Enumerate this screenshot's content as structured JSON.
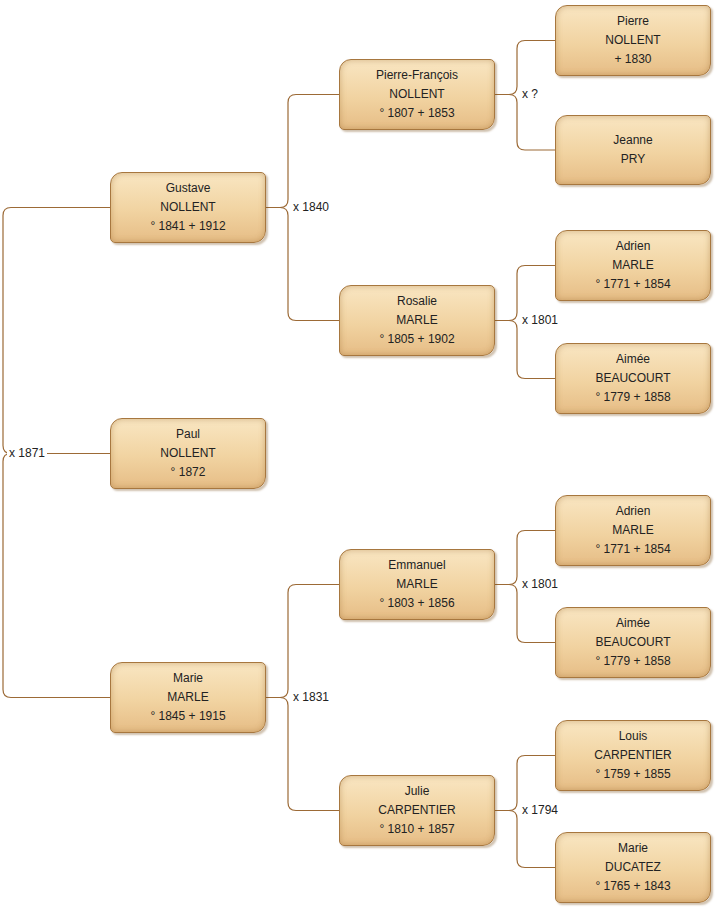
{
  "diagram": {
    "nodes": [
      {
        "text": [
          "Gustave",
          "NOLLENT",
          "° 1841 + 1912"
        ]
      },
      {
        "text": [
          "Paul",
          "NOLLENT",
          "° 1872"
        ]
      },
      {
        "text": [
          "Marie",
          "MARLE",
          "° 1845 + 1915"
        ]
      },
      {
        "text": [
          "Pierre-François",
          "NOLLENT",
          "° 1807 + 1853"
        ]
      },
      {
        "text": [
          "Rosalie",
          "MARLE",
          "° 1805 + 1902"
        ]
      },
      {
        "text": [
          "Emmanuel",
          "MARLE",
          "° 1803 + 1856"
        ]
      },
      {
        "text": [
          "Julie",
          "CARPENTIER",
          "° 1810 + 1857"
        ]
      },
      {
        "text": [
          "Pierre",
          "NOLLENT",
          "+ 1830"
        ]
      },
      {
        "text": [
          "Jeanne",
          "PRY"
        ]
      },
      {
        "text": [
          "Adrien",
          "MARLE",
          "° 1771 + 1854"
        ]
      },
      {
        "text": [
          "Aimée",
          "BEAUCOURT",
          "° 1779 + 1858"
        ]
      },
      {
        "text": [
          "Adrien",
          "MARLE",
          "° 1771 + 1854"
        ]
      },
      {
        "text": [
          "Aimée",
          "BEAUCOURT",
          "° 1779 + 1858"
        ]
      },
      {
        "text": [
          "Louis",
          "CARPENTIER",
          "° 1759 + 1855"
        ]
      },
      {
        "text": [
          "Marie",
          "DUCATEZ",
          "° 1765 + 1843"
        ]
      }
    ],
    "edges": [
      {
        "from": 1,
        "to": 0,
        "label": "x 1871",
        "arrow": "none"
      },
      {
        "from": 1,
        "to": 2,
        "arrow": "none"
      },
      {
        "from": 0,
        "to": 3,
        "label": "x 1840",
        "arrow": "none"
      },
      {
        "from": 0,
        "to": 4,
        "arrow": "none"
      },
      {
        "from": 3,
        "to": 7,
        "label": "x ?",
        "arrow": "none"
      },
      {
        "from": 3,
        "to": 8,
        "arrow": "none"
      },
      {
        "from": 4,
        "to": 9,
        "label": "x 1801",
        "arrow": "none"
      },
      {
        "from": 4,
        "to": 10,
        "arrow": "none"
      },
      {
        "from": 2,
        "to": 5,
        "label": "x 1831",
        "arrow": "none"
      },
      {
        "from": 2,
        "to": 6,
        "arrow": "none"
      },
      {
        "from": 5,
        "to": 11,
        "label": "x 1801",
        "arrow": "none"
      },
      {
        "from": 5,
        "to": 12,
        "arrow": "none"
      },
      {
        "from": 6,
        "to": 13,
        "label": "x 1794",
        "arrow": "none"
      },
      {
        "from": 6,
        "to": 14,
        "arrow": "none"
      }
    ]
  }
}
